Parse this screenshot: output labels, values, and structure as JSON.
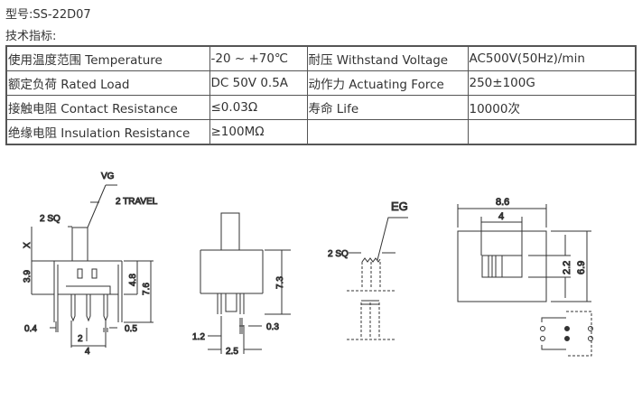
{
  "header": {
    "model": "型号:SS-22D07",
    "specs_label": "技术指标:"
  },
  "specs": {
    "rows": [
      [
        "使用温度范围 Temperature",
        "-20 ~ +70℃",
        "耐压 Withstand Voltage",
        "AC500V(50Hz)/min"
      ],
      [
        "额定负荷 Rated Load",
        "DC 50V 0.5A",
        "动作力 Actuating Force",
        "250±100G"
      ],
      [
        "接触电阻 Contact Resistance",
        "≤0.03Ω",
        "寿命 Life",
        "10000次"
      ],
      [
        "绝缘电阻 Insulation Resistance",
        "≥100MΩ",
        "",
        ""
      ]
    ]
  },
  "drawing": {
    "front": {
      "vg": "VG",
      "travel": "2 TRAVEL",
      "sq": "2 SQ",
      "x": "X",
      "d39": "3.9",
      "d48": "4.8",
      "d76": "7.6",
      "d04": "0.4",
      "d05": "0.5",
      "d2": "2",
      "d4": "4"
    },
    "side": {
      "d73": "7.3",
      "d03": "0.3",
      "d12": "1.2",
      "d25": "2.5"
    },
    "eg": {
      "eg": "EG",
      "sq": "2 SQ"
    },
    "top": {
      "d86": "8.6",
      "d4": "4",
      "d22": "2.2",
      "d69": "6.9"
    }
  }
}
